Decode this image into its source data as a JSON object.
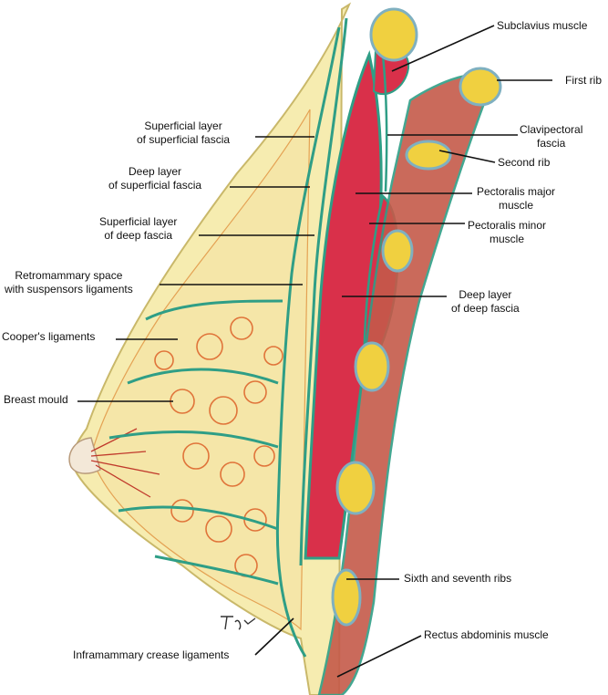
{
  "labels": {
    "subclavius": "Subclavius muscle",
    "first_rib": "First rib",
    "clavipectoral_1": "Clavipectoral",
    "clavipectoral_2": "fascia",
    "second_rib": "Second rib",
    "sup_sup_1": "Superficial layer",
    "sup_sup_2": "of superficial fascia",
    "deep_sup_1": "Deep layer",
    "deep_sup_2": "of superficial fascia",
    "sup_deep_1": "Superficial layer",
    "sup_deep_2": "of deep fascia",
    "pec_major_1": "Pectoralis major",
    "pec_major_2": "muscle",
    "pec_minor_1": "Pectoralis minor",
    "pec_minor_2": "muscle",
    "retro_1": "Retromammary space",
    "retro_2": "with suspensors ligaments",
    "deep_deep_1": "Deep layer",
    "deep_deep_2": "of deep fascia",
    "coopers": "Cooper's ligaments",
    "breast_mould": "Breast mould",
    "sixth_seventh": "Sixth and seventh ribs",
    "rectus": "Rectus abdominis muscle",
    "inframammary": "Inframammary crease ligaments"
  },
  "colors": {
    "fascia": "#2f9e86",
    "muscle": "#d9304a",
    "fat": "#f3e58a",
    "rib": "#f0d040",
    "skin": "#e9e2c0"
  }
}
